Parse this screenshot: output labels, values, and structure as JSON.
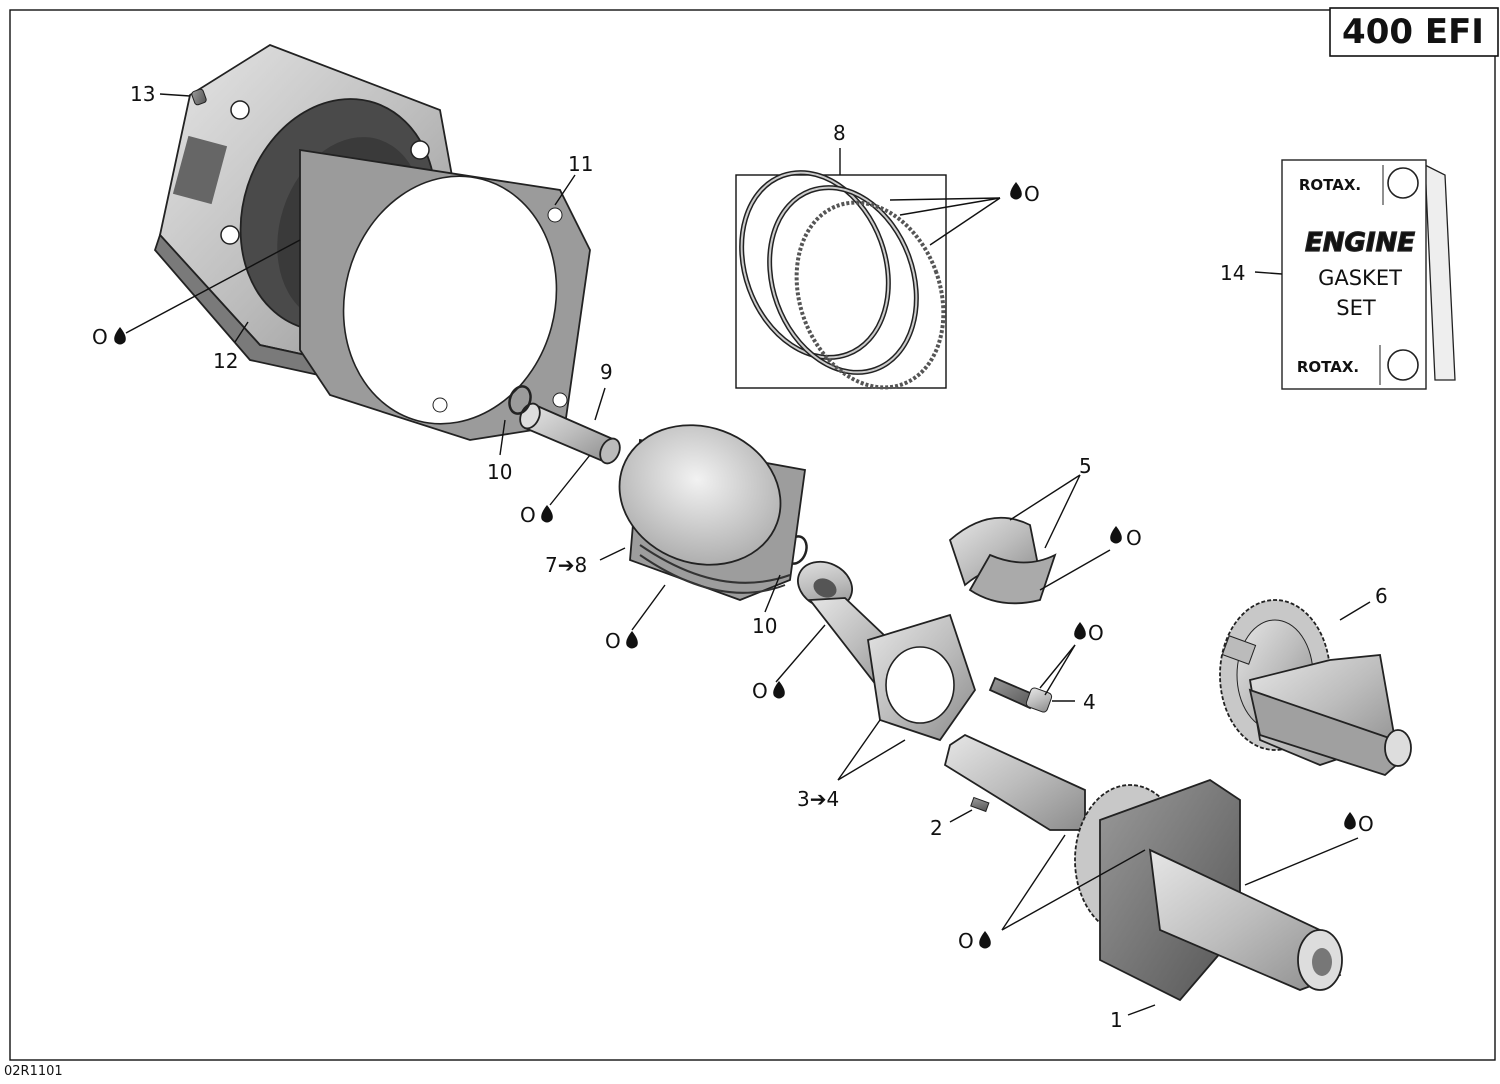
{
  "title": "400 EFI",
  "drawing_code": "02R1101",
  "callouts": [
    {
      "id": "13",
      "text": "13"
    },
    {
      "id": "11",
      "text": "11"
    },
    {
      "id": "12",
      "text": "12"
    },
    {
      "id": "8",
      "text": "8"
    },
    {
      "id": "9",
      "text": "9"
    },
    {
      "id": "10a",
      "text": "10"
    },
    {
      "id": "10b",
      "text": "10"
    },
    {
      "id": "7",
      "text": "7➔8"
    },
    {
      "id": "5",
      "text": "5"
    },
    {
      "id": "6",
      "text": "6"
    },
    {
      "id": "4",
      "text": "4"
    },
    {
      "id": "3",
      "text": "3➔4"
    },
    {
      "id": "2",
      "text": "2"
    },
    {
      "id": "1",
      "text": "1"
    },
    {
      "id": "14",
      "text": "14"
    }
  ],
  "lubrication_mark": "O",
  "gasket_set": {
    "brand": "ROTAX.",
    "line1": "ENGINE",
    "line2": "GASKET",
    "line3": "SET"
  }
}
